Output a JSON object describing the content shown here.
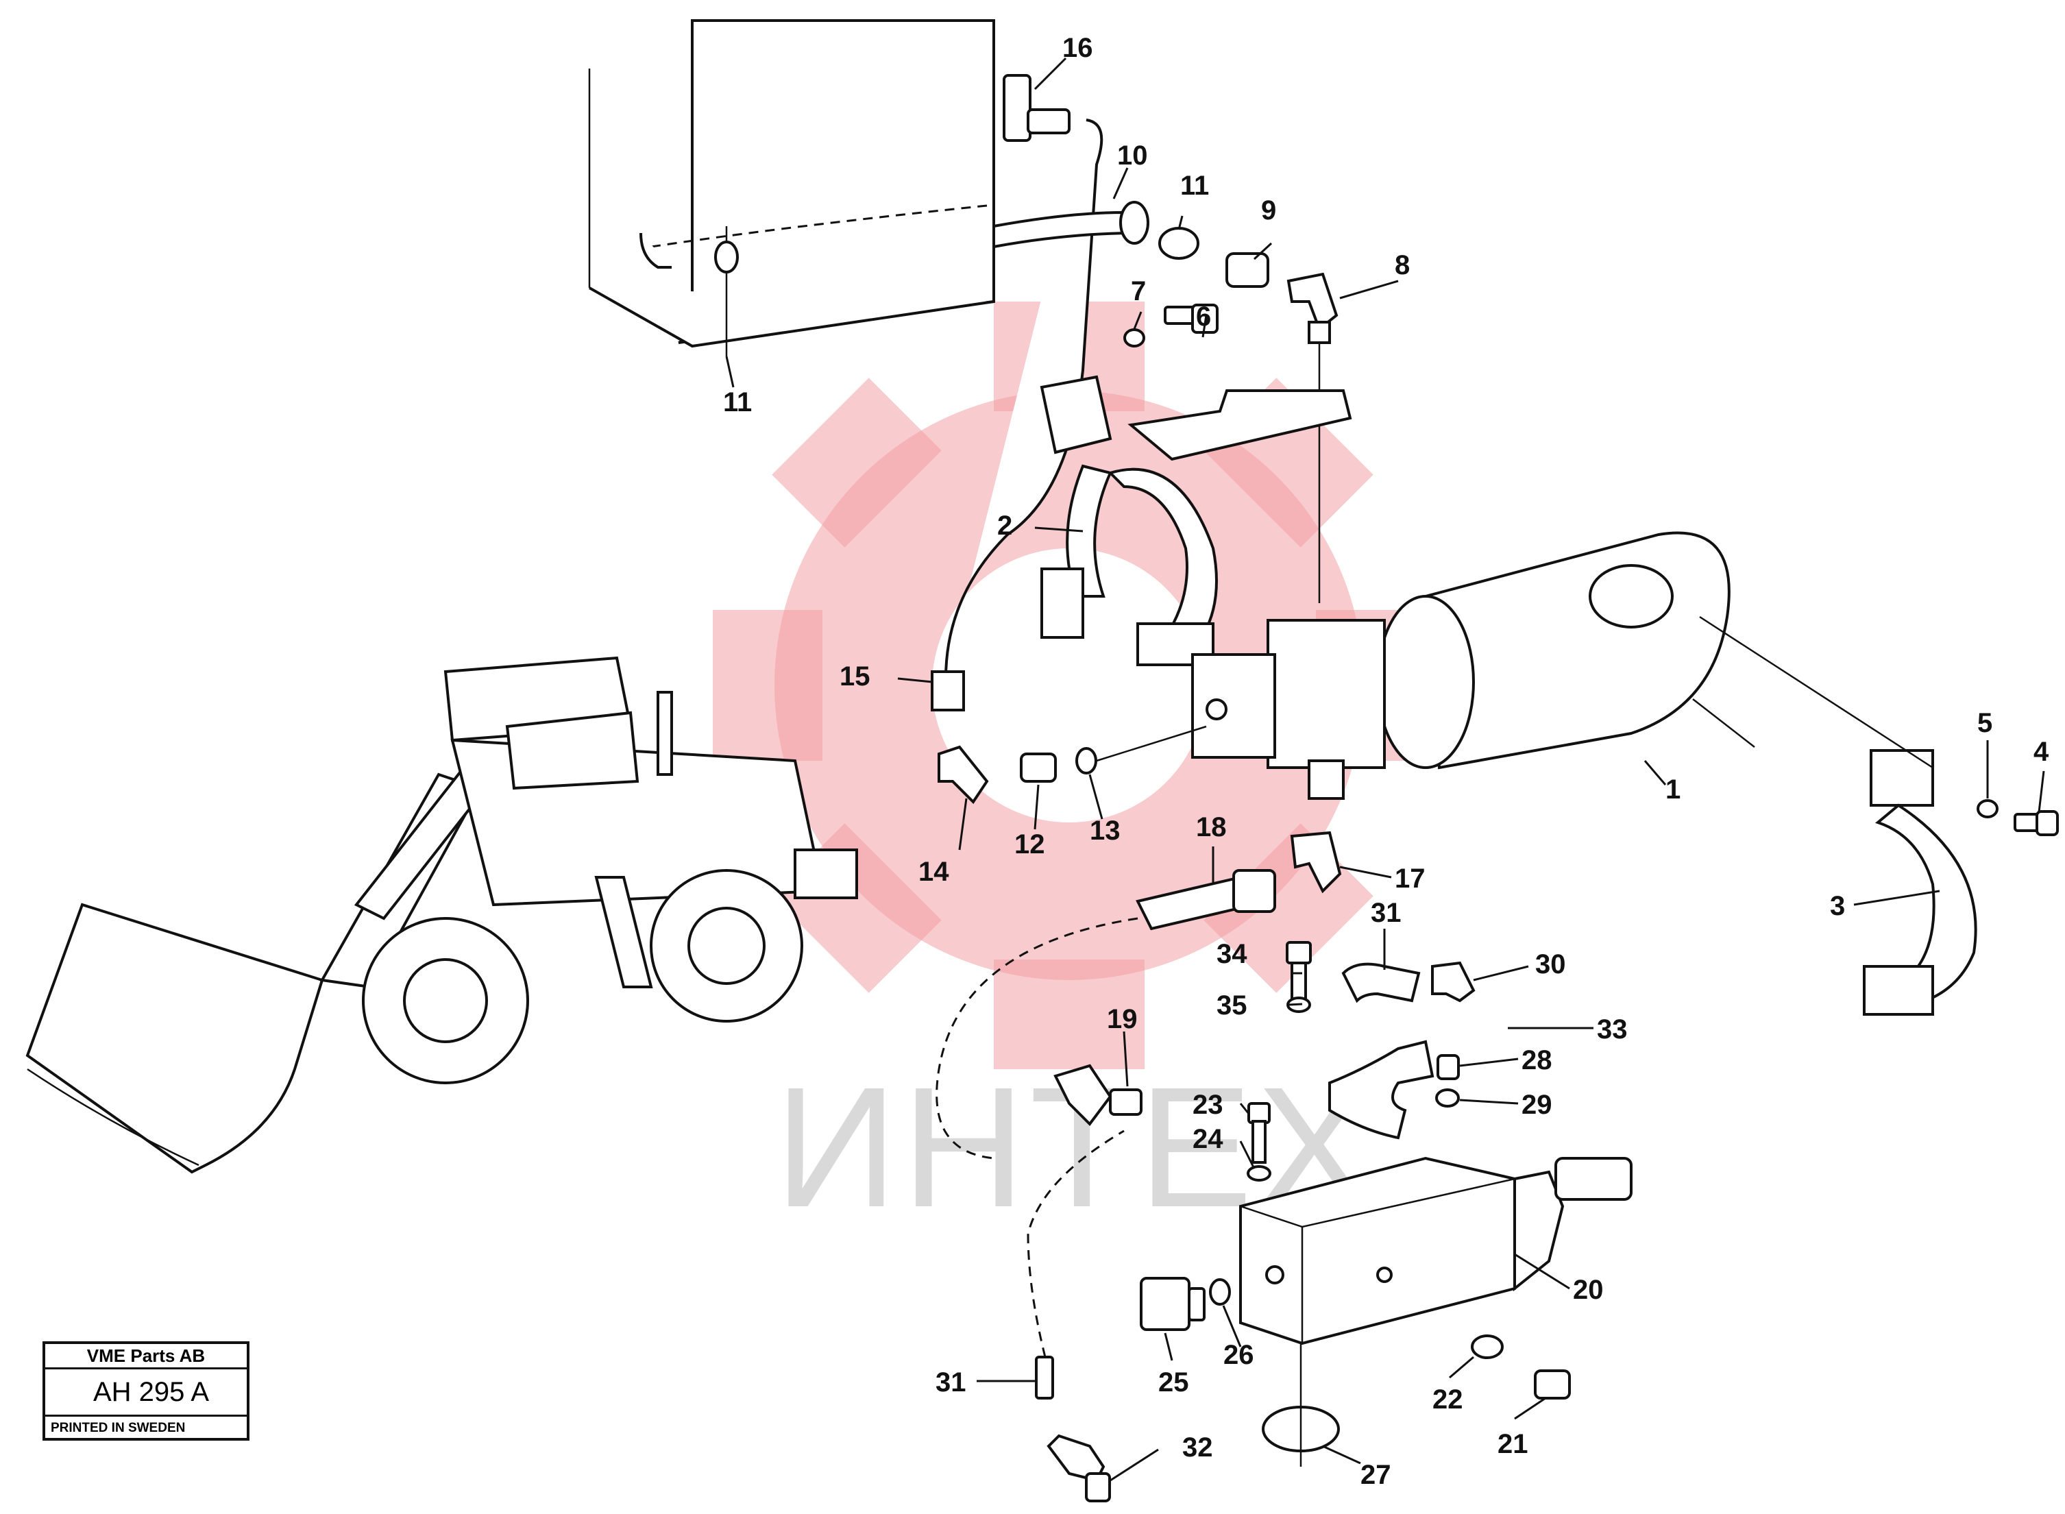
{
  "stamp": {
    "company": "VME Parts AB",
    "code": "AH 295 A",
    "printed": "PRINTED IN SWEDEN"
  },
  "watermark": {
    "text": "ИНТЕХ",
    "color": "#f2a0a6"
  },
  "callouts": {
    "c1": "1",
    "c2": "2",
    "c3": "3",
    "c4": "4",
    "c5": "5",
    "c6": "6",
    "c7": "7",
    "c8": "8",
    "c9": "9",
    "c10": "10",
    "c11a": "11",
    "c11b": "11",
    "c12": "12",
    "c13": "13",
    "c14": "14",
    "c15": "15",
    "c16": "16",
    "c17": "17",
    "c18": "18",
    "c19": "19",
    "c20": "20",
    "c21": "21",
    "c22": "22",
    "c23": "23",
    "c24": "24",
    "c25": "25",
    "c26": "26",
    "c27": "27",
    "c28": "28",
    "c29": "29",
    "c30": "30",
    "c31a": "31",
    "c31b": "31",
    "c32": "32",
    "c33": "33",
    "c34": "34",
    "c35": "35"
  }
}
